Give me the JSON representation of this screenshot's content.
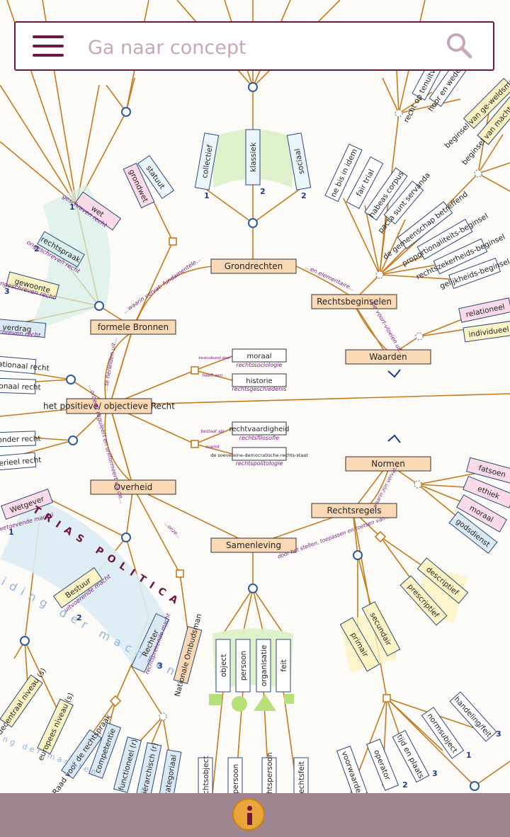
{
  "search": {
    "placeholder": "Ga naar concept"
  },
  "colors": {
    "line": "#c57a1e",
    "box_fill": "#fbd9b6",
    "box_stroke": "#333333",
    "circle_stroke": "#2a5c9c",
    "accent": "#6b1740",
    "annot": "#7a1f8a"
  },
  "icons": {
    "menu": "menu-icon",
    "search": "search-icon",
    "info": "info-icon"
  },
  "nodes": [
    {
      "id": "recht",
      "label": "het positieve/ objectieve Recht"
    },
    {
      "id": "bronnen",
      "label": "formele Bronnen"
    },
    {
      "id": "grondrechten",
      "label": "Grondrechten"
    },
    {
      "id": "rechtsbeginselen",
      "label": "Rechtsbeginselen"
    },
    {
      "id": "waarden",
      "label": "Waarden"
    },
    {
      "id": "normen",
      "label": "Normen"
    },
    {
      "id": "rechtsregels",
      "label": "Rechtsregels"
    },
    {
      "id": "samenleving",
      "label": "Samenleving"
    },
    {
      "id": "overheid",
      "label": "Overheid"
    },
    {
      "id": "moraal1",
      "label": "moraal"
    },
    {
      "id": "historie",
      "label": "historie"
    },
    {
      "id": "rechtsvaardigheid",
      "label": "rechtvaardigheid"
    },
    {
      "id": "staat",
      "label": "de soevereine-democratische-rechts-staat"
    }
  ],
  "sublabels": [
    {
      "id": "rechtssociologie",
      "label": "rechtssociologie"
    },
    {
      "id": "rechtsgeschiedenis",
      "label": "rechtsgeschiedenis"
    },
    {
      "id": "rechtsfilosofie",
      "label": "rechtsfilosofie"
    },
    {
      "id": "rechtspolitologie",
      "label": "rechtspolitologie"
    }
  ],
  "rotated_boxes": [
    {
      "label": "collectief"
    },
    {
      "label": "klassiek"
    },
    {
      "label": "sociaal"
    },
    {
      "label": "statuut"
    },
    {
      "label": "grondwet"
    },
    {
      "label": "wet"
    },
    {
      "label": "rechtspraak"
    },
    {
      "label": "gewoonte"
    },
    {
      "label": "verdrag"
    },
    {
      "label": "ne bis in idem"
    },
    {
      "label": "fair trial"
    },
    {
      "label": "habeas corpus"
    },
    {
      "label": "pacta sunt servanda"
    },
    {
      "label": "de gemeenschap betreffend"
    },
    {
      "label": "proportionaliteits-beginsel"
    },
    {
      "label": "rechtszekerheids-beginsel"
    },
    {
      "label": "gelijkheids-beginsel"
    },
    {
      "label": "relationeel"
    },
    {
      "label": "individueel"
    },
    {
      "label": "fatsoen"
    },
    {
      "label": "ethiek"
    },
    {
      "label": "moraal"
    },
    {
      "label": "godsdienst"
    },
    {
      "label": "descriptief"
    },
    {
      "label": "prescriptief"
    },
    {
      "label": "primair"
    },
    {
      "label": "secundair"
    },
    {
      "label": "Wetgever"
    },
    {
      "label": "Bestuur"
    },
    {
      "label": "Rechter"
    },
    {
      "label": "Nationale Ombudsman"
    },
    {
      "label": "object"
    },
    {
      "label": "persoon"
    },
    {
      "label": "organisatie"
    },
    {
      "label": "feit"
    },
    {
      "label": "decentraal niveau (s)"
    },
    {
      "label": "europees niveau (s)"
    },
    {
      "label": "Raad voor de rechtspraak"
    },
    {
      "label": "competentie"
    },
    {
      "label": "functioneel (r)"
    },
    {
      "label": "hiërarchisch (r)"
    },
    {
      "label": "categoriaal"
    },
    {
      "label": "rechtsobject"
    },
    {
      "label": "persoon"
    },
    {
      "label": "rechtspersoon"
    },
    {
      "label": "rechtsfeit"
    },
    {
      "label": "voorwaarde"
    },
    {
      "label": "operator"
    },
    {
      "label": "tijd en plaats"
    },
    {
      "label": "normsubject"
    },
    {
      "label": "handeling/feit"
    },
    {
      "label": "internationaal recht"
    },
    {
      "label": "nationaal recht"
    },
    {
      "label": "bijzonder recht"
    },
    {
      "label": "materieel recht"
    },
    {
      "label": "beginsel van ge-weldsmonopolie"
    },
    {
      "label": "beginsel van machtsscheiding"
    },
    {
      "label": "hoor en wederhoor"
    },
    {
      "label": "recht op tenuitvoerlegging"
    }
  ],
  "annotations": [
    {
      "label": "geschreven recht"
    },
    {
      "label": "ongeschreven recht"
    },
    {
      "label": "ongeschreven recht"
    },
    {
      "label": "geschreven recht"
    },
    {
      "label": "...waarin vervat: fundamentele..."
    },
    {
      "label": "...en elementaire..."
    },
    {
      "label": "...die voort-vloeien uit..."
    },
    {
      "label": "...te herleiden uit..."
    },
    {
      "label": "...ordent, reguleert en uniformeert via de..."
    },
    {
      "label": "...waarin zijn vervat..."
    },
    {
      "label": "...onze..."
    },
    {
      "label": "door het stellen, toepassen en toetsen van..."
    },
    {
      "label": "(wetgevende macht)"
    },
    {
      "label": "uitvoerende macht"
    },
    {
      "label": "rechtsprekende macht"
    },
    {
      "label": "bestudeerd door"
    },
    {
      "label": "heeft een"
    },
    {
      "label": "bestaat als"
    },
    {
      "label": "noemt"
    }
  ],
  "big_labels": {
    "trias": "TRIAS POLITICA",
    "scheiding": "scheiding der machten",
    "spreiding": "spreiding der machten"
  },
  "numbers": [
    "1",
    "2",
    "3"
  ]
}
